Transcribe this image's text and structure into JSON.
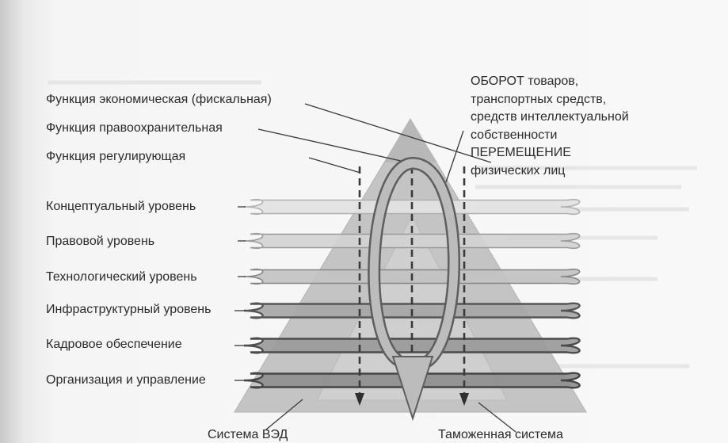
{
  "functions": [
    "Функция экономическая (фискальная)",
    "Функция правоохранительная",
    "Функция регулирующая"
  ],
  "levels": [
    "Концептуальный уровень",
    "Правовой уровень",
    "Технологический уровень",
    "Инфраструктурный уровень",
    "Кадровое обеспечение",
    "Организация и управление"
  ],
  "turnover": [
    "ОБОРОТ товаров,",
    "транспортных средств,",
    "средств интеллектуальной",
    "собственности",
    "ПЕРЕМЕЩЕНИЕ",
    "физических лиц"
  ],
  "bottom": {
    "left": "Система ВЭД",
    "right": "Таможенная система"
  },
  "colors": {
    "triangle_main": "#c4c4c4",
    "triangle_inner": "#cfcfcf",
    "band_light": "#e0e0e0",
    "band_dark": "#8c8c8c",
    "line": "#4a4a4a"
  }
}
